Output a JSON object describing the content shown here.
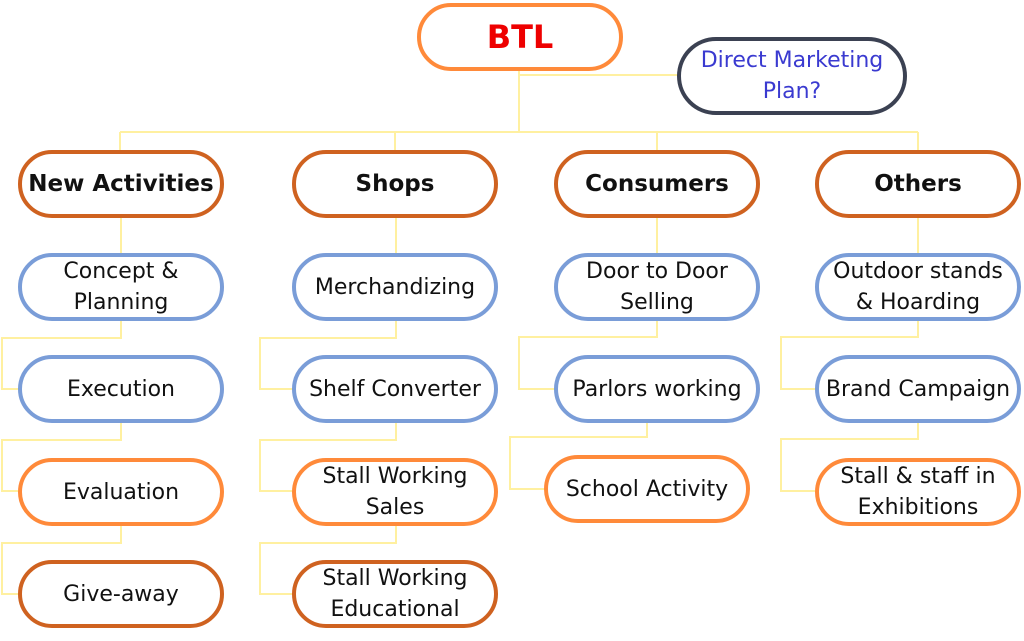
{
  "root": {
    "label": "BTL"
  },
  "side_note": {
    "label": "Direct Marketing Plan?"
  },
  "categories": [
    {
      "label": "New Activities",
      "children": [
        {
          "label": "Concept & Planning",
          "style": "blue"
        },
        {
          "label": "Execution",
          "style": "blue"
        },
        {
          "label": "Evaluation",
          "style": "light-orange"
        },
        {
          "label": "Give-away",
          "style": "dark-orange"
        }
      ]
    },
    {
      "label": "Shops",
      "children": [
        {
          "label": "Merchandizing",
          "style": "blue"
        },
        {
          "label": "Shelf Converter",
          "style": "blue"
        },
        {
          "label": "Stall Working Sales",
          "style": "light-orange"
        },
        {
          "label": "Stall Working Educational",
          "style": "dark-orange"
        }
      ]
    },
    {
      "label": "Consumers",
      "children": [
        {
          "label": "Door to Door Selling",
          "style": "blue"
        },
        {
          "label": "Parlors working",
          "style": "blue"
        },
        {
          "label": "School Activity",
          "style": "light-orange"
        }
      ]
    },
    {
      "label": "Others",
      "children": [
        {
          "label": "Outdoor stands & Hoarding",
          "style": "blue"
        },
        {
          "label": "Brand Campaign",
          "style": "blue"
        },
        {
          "label": "Stall & staff in Exhibitions",
          "style": "light-orange"
        }
      ]
    }
  ],
  "colors": {
    "root_text": "#ee0000",
    "category_border": "#cf6220",
    "blue_border": "#7a9dd8",
    "light_orange_border": "#ff8a3a",
    "connector": "#fff0a0",
    "side_note_text": "#3a3ad0"
  }
}
